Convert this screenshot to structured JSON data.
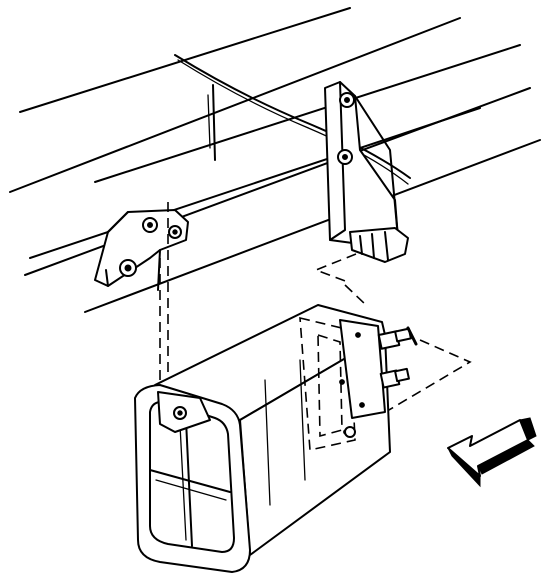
{
  "diagram": {
    "kind": "exploded-assembly-line-drawing",
    "parts": [
      "frame-rail",
      "brake-line",
      "front-mounting-bracket",
      "rear-mounting-bracket",
      "canister",
      "vent-connector",
      "mounting-bolt"
    ],
    "callouts": [],
    "direction_arrow": {
      "points": "front-left"
    },
    "colors": {
      "ink": "#000000",
      "paper": "#ffffff"
    }
  }
}
